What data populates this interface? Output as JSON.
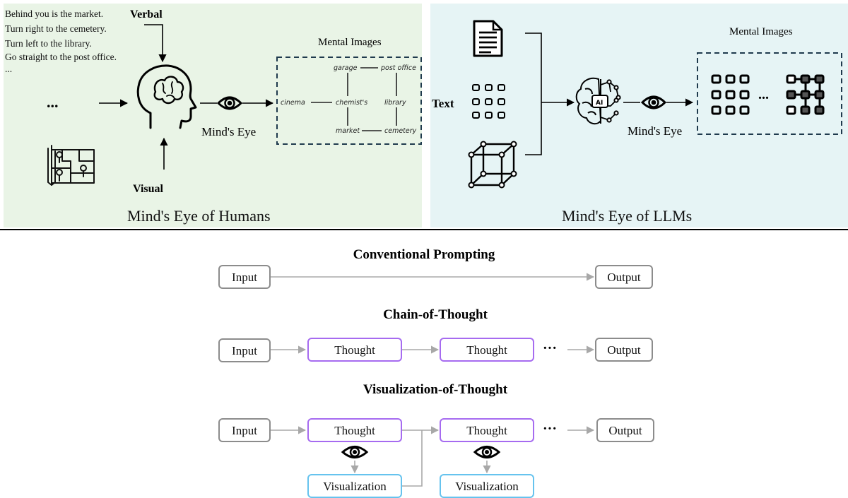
{
  "humans": {
    "verbal_label": "Verbal",
    "visual_label": "Visual",
    "instructions": [
      "Behind you is the market.",
      "Turn right to the cemetery.",
      "Turn left to the library.",
      "Go straight to the post office.",
      "..."
    ],
    "ellipsis": "...",
    "minds_eye": "Mind's Eye",
    "mental_images": "Mental Images",
    "map_labels": {
      "garage": "garage",
      "post_office": "post office",
      "cinema": "cinema",
      "chemists": "chemist's",
      "library": "library",
      "market": "market",
      "cemetery": "cemetery"
    },
    "caption": "Mind's Eye of Humans",
    "background": "#e9f4e6"
  },
  "llms": {
    "text_label": "Text",
    "minds_eye": "Mind's Eye",
    "mental_images": "Mental Images",
    "ellipsis": "...",
    "ai_chip": "AI",
    "caption": "Mind's Eye of LLMs",
    "background": "#e6f4f5"
  },
  "prompting": {
    "conventional": {
      "title": "Conventional Prompting",
      "input": "Input",
      "output": "Output"
    },
    "cot": {
      "title": "Chain-of-Thought",
      "input": "Input",
      "thought1": "Thought",
      "thought2": "Thought",
      "ellipsis": "···",
      "output": "Output"
    },
    "vot": {
      "title": "Visualization-of-Thought",
      "input": "Input",
      "thought1": "Thought",
      "thought2": "Thought",
      "ellipsis": "···",
      "output": "Output",
      "visualization1": "Visualization",
      "visualization2": "Visualization"
    }
  },
  "colors": {
    "box_gray": "#8c8c8c",
    "thought_purple": "#a66bf0",
    "visualization_blue": "#66c3ee",
    "arrow_gray": "#a8a8a8",
    "divider": "#000000"
  }
}
